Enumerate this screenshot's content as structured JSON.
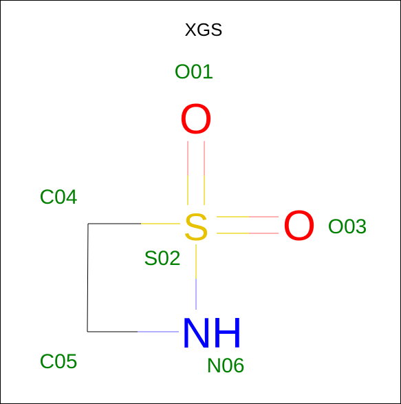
{
  "molecule": {
    "title": "XGS",
    "colors": {
      "oxygen": "#ff0000",
      "sulfur": "#e6c200",
      "nitrogen": "#0000ff",
      "carbon_bond": "#000000",
      "label": "#008000",
      "oxygen_bond": "#ff8080",
      "sulfur_bond": "#e6d400",
      "nitrogen_bond": "#8080ff"
    },
    "atoms": {
      "o1": {
        "symbol": "O",
        "label": "O01"
      },
      "s2": {
        "symbol": "S",
        "label": "S02"
      },
      "o3": {
        "symbol": "O",
        "label": "O03"
      },
      "c4": {
        "symbol": "",
        "label": "C04"
      },
      "c5": {
        "symbol": "",
        "label": "C05"
      },
      "n6": {
        "symbol": "NH",
        "label": "N06"
      }
    },
    "bonds": [
      {
        "from": "S02",
        "to": "O01",
        "order": 2
      },
      {
        "from": "S02",
        "to": "O03",
        "order": 2
      },
      {
        "from": "S02",
        "to": "C04",
        "order": 1
      },
      {
        "from": "C04",
        "to": "C05",
        "order": 1
      },
      {
        "from": "C05",
        "to": "N06",
        "order": 1
      },
      {
        "from": "N06",
        "to": "S02",
        "order": 1
      }
    ]
  }
}
